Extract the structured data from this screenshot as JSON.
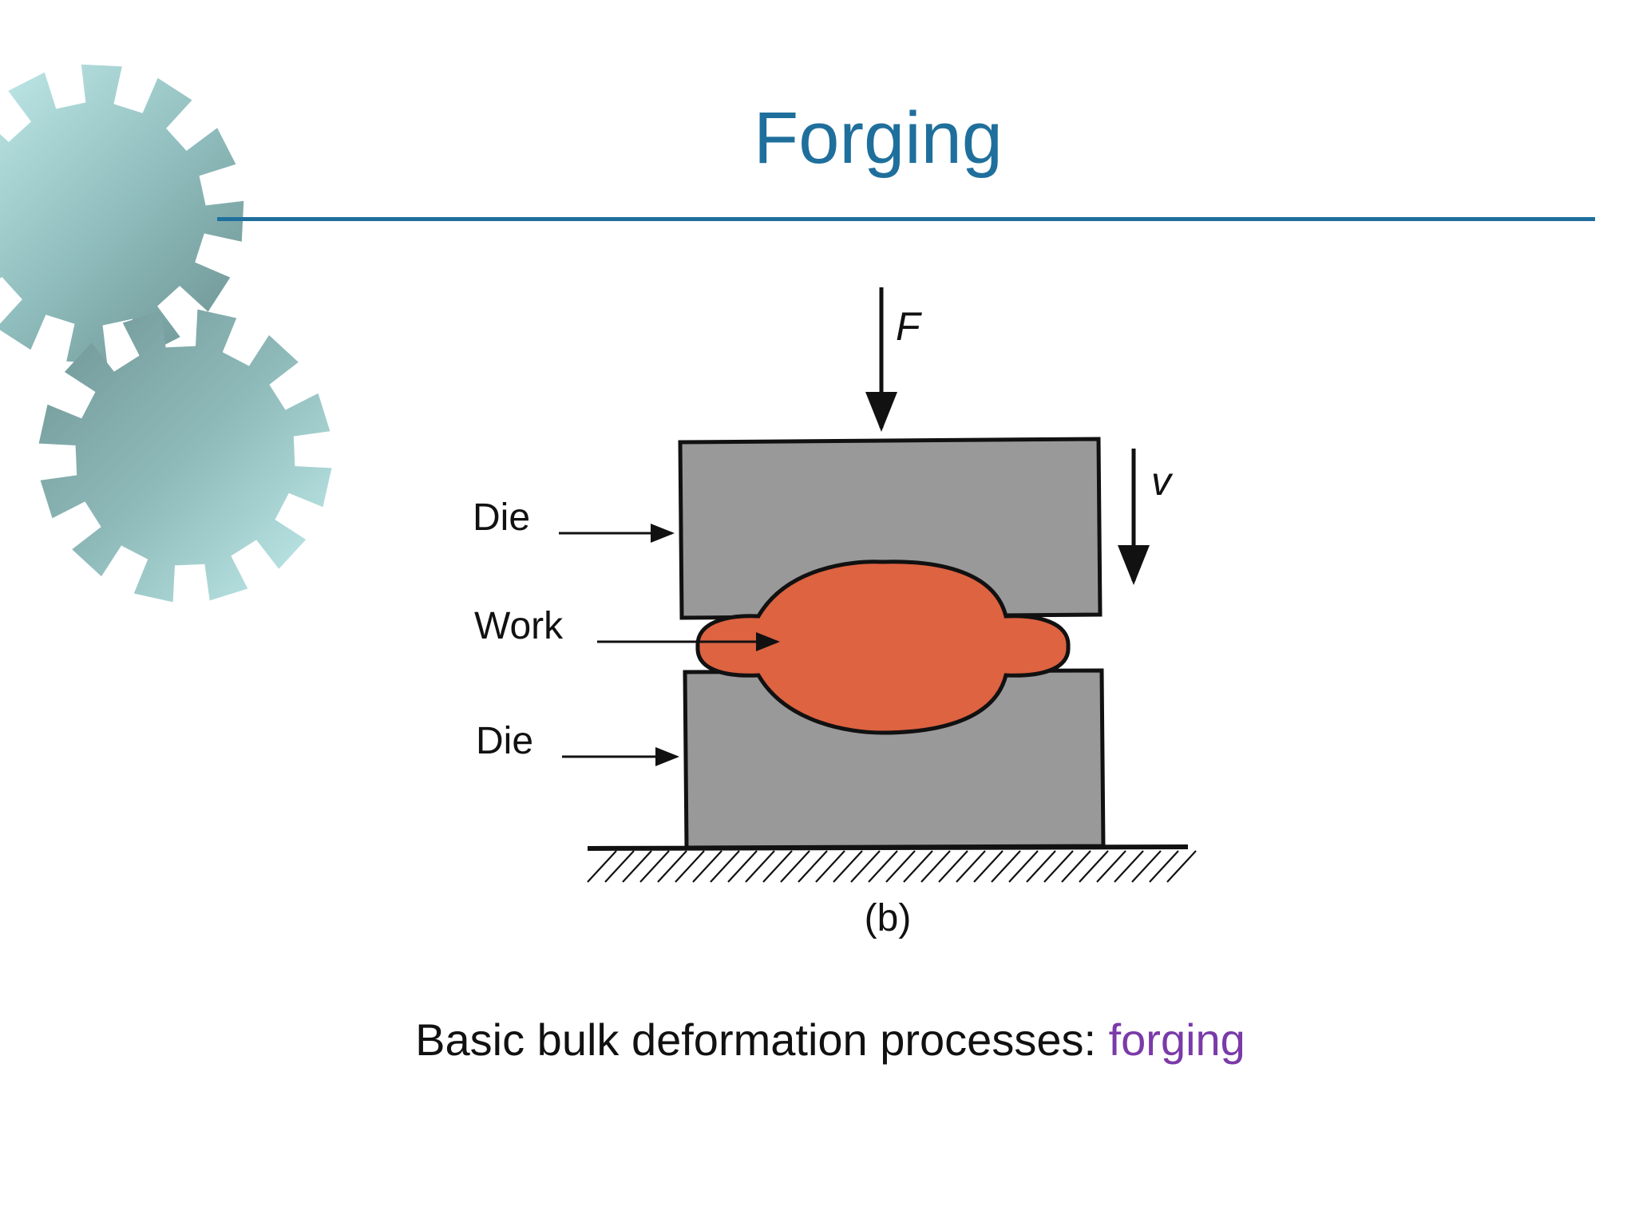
{
  "slide": {
    "title": "Forging",
    "caption_prefix": "Basic bulk deformation processes: ",
    "caption_highlight": "forging"
  },
  "figure": {
    "force_label": "F",
    "velocity_label": "v",
    "die_top_label": "Die",
    "work_label": "Work",
    "die_bottom_label": "Die",
    "panel_label": "(b)"
  },
  "colors": {
    "title": "#1f6f9c",
    "rule": "#1f6f9c",
    "die_fill": "#999999",
    "work_fill": "#dd6341",
    "highlight": "#7a3aa8",
    "gear_light": "#b8e6e6",
    "gear_dark": "#6f9696"
  }
}
